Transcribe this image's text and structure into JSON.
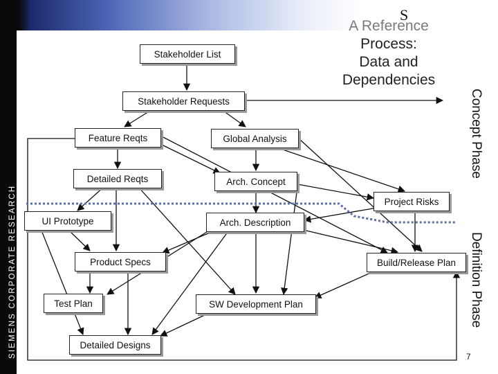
{
  "header": {
    "brand": "SIEMENS   CORPORATE   RESEARCH",
    "letter": "S",
    "title_lines": [
      "A Reference",
      "Process:",
      "Data and",
      "Dependencies"
    ]
  },
  "nodes": {
    "stakeholder_list": "Stakeholder List",
    "stakeholder_requests": "Stakeholder Requests",
    "feature_reqts": "Feature Reqts",
    "global_analysis": "Global Analysis",
    "detailed_reqts": "Detailed Reqts",
    "arch_concept": "Arch. Concept",
    "project_risks": "Project Risks",
    "ui_prototype": "UI Prototype",
    "arch_description": "Arch. Description",
    "product_specs": "Product Specs",
    "build_release_plan": "Build/Release Plan",
    "test_plan": "Test Plan",
    "sw_development_plan": "SW Development Plan",
    "detailed_designs": "Detailed Designs"
  },
  "phases": {
    "concept": "Concept Phase",
    "definition": "Definition Phase"
  },
  "page_number": "7"
}
